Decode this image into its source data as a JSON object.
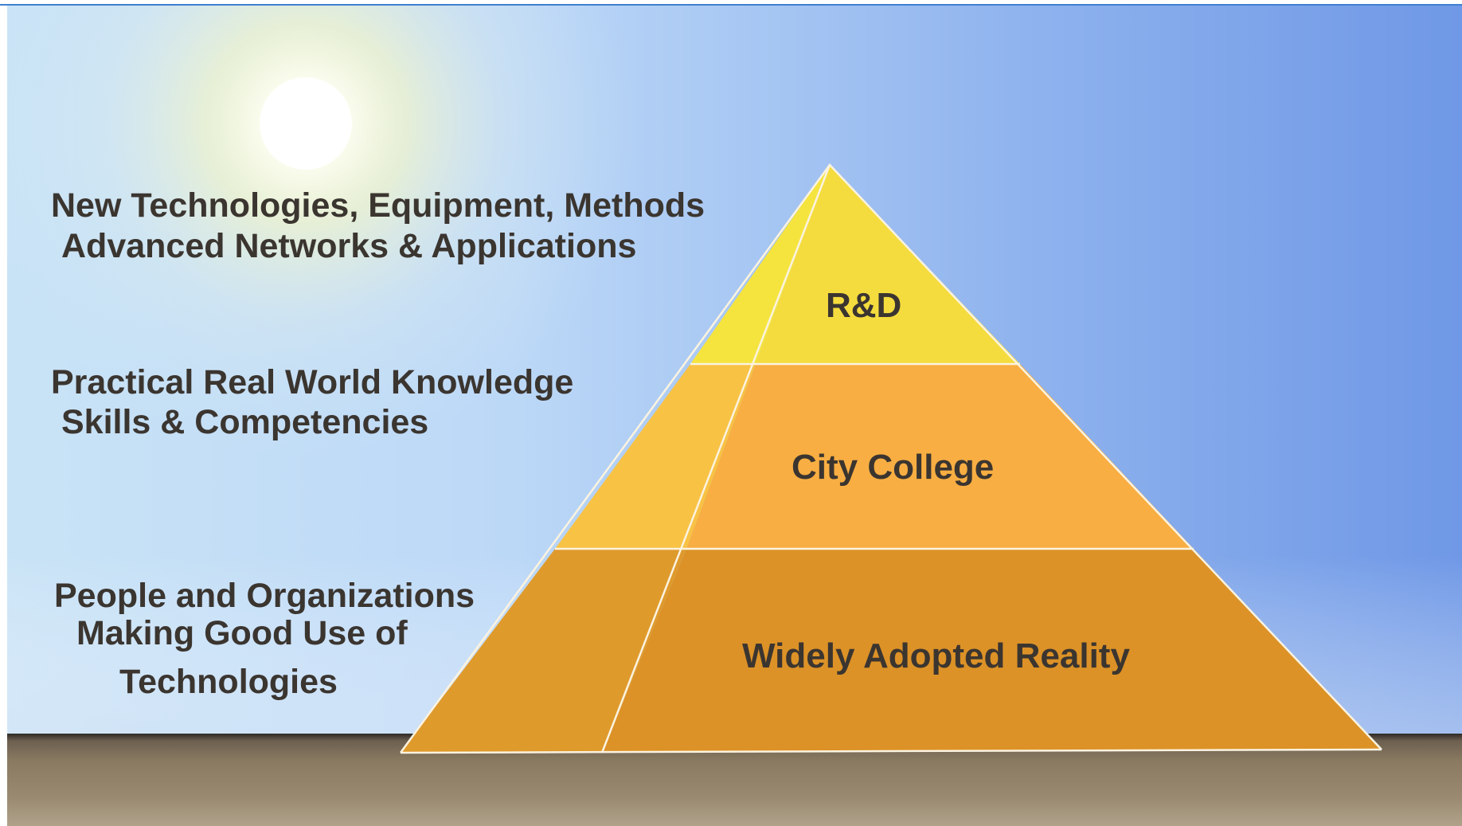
{
  "pyramid": {
    "tiers": [
      {
        "name": "R&D",
        "fill": "#f5dc3e"
      },
      {
        "name": "City College",
        "fill": "#f8ae42"
      },
      {
        "name": "Widely Adopted Reality",
        "fill": "#dc9227"
      }
    ]
  },
  "descriptions": {
    "top": {
      "line1": "New Technologies, Equipment, Methods",
      "line2": "Advanced Networks & Applications"
    },
    "middle": {
      "line1": "Practical Real World Knowledge",
      "line2": "Skills & Competencies"
    },
    "bottom": {
      "line1": "People and Organizations",
      "line2": "Making Good Use of",
      "line3": "Technologies"
    }
  },
  "colors": {
    "sky_top": "#a8c8f0",
    "sky_right": "#6f9ae8",
    "ground": "#8a7a62",
    "text": "#3b3530"
  }
}
